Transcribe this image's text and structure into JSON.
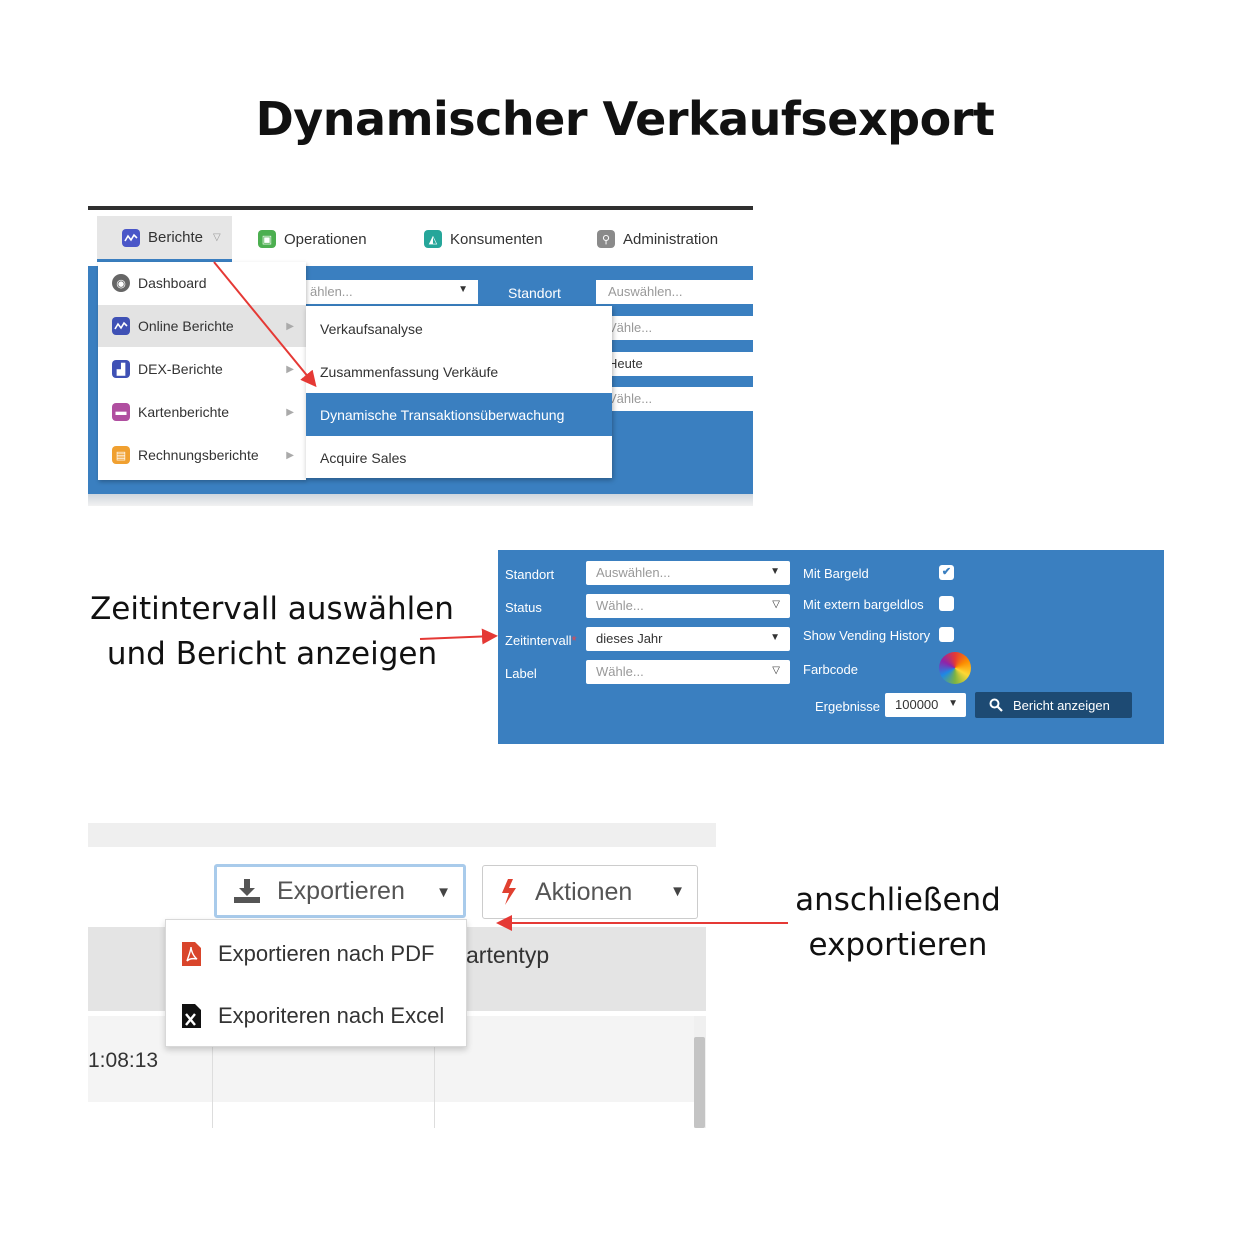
{
  "title": "Dynamischer Verkaufsexport",
  "menu_screen": {
    "nav": [
      {
        "label": "Berichte",
        "icon": "reports-icon",
        "color": "#4a56c8"
      },
      {
        "label": "Operationen",
        "icon": "operations-icon",
        "color": "#4caf50"
      },
      {
        "label": "Konsumenten",
        "icon": "consumers-icon",
        "color": "#26a69a"
      },
      {
        "label": "Administration",
        "icon": "administration-icon",
        "color": "#8a8a8a"
      }
    ],
    "background": {
      "field_left": "ählen...",
      "standort_label": "Standort",
      "field_right_1": "Auswählen...",
      "field_right_2": "Vähle...",
      "field_right_3": "Heute",
      "field_right_4": "Vähle..."
    },
    "submenu": [
      {
        "label": "Dashboard",
        "icon": "dashboard-icon",
        "color": "#666666"
      },
      {
        "label": "Online Berichte",
        "icon": "online-reports-icon",
        "color": "#3f51b5"
      },
      {
        "label": "DEX-Berichte",
        "icon": "dex-reports-icon",
        "color": "#3f51b5"
      },
      {
        "label": "Kartenberichte",
        "icon": "card-reports-icon",
        "color": "#b04fa0"
      },
      {
        "label": "Rechnungsberichte",
        "icon": "invoice-reports-icon",
        "color": "#f0a030"
      }
    ],
    "reports": [
      {
        "label": "Verkaufsanalyse"
      },
      {
        "label": "Zusammenfassung Verkäufe"
      },
      {
        "label": "Dynamische Transaktionsüberwachung"
      },
      {
        "label": "Acquire Sales"
      }
    ]
  },
  "filter_screen": {
    "labels": {
      "standort": "Standort",
      "status": "Status",
      "zeitintervall": "Zeitintervall",
      "label": "Label",
      "mit_bargeld": "Mit Bargeld",
      "mit_extern": "Mit extern bargeldlos",
      "vending_history": "Show Vending History",
      "farbcode": "Farbcode",
      "ergebnisse": "Ergebnisse"
    },
    "values": {
      "standort_placeholder": "Auswählen...",
      "status_placeholder": "Wähle...",
      "zeitintervall_value": "dieses Jahr",
      "label_placeholder": "Wähle...",
      "ergebnisse_value": "100000"
    },
    "checks": {
      "mit_bargeld": true,
      "mit_extern": false,
      "vending_history": false
    },
    "required_mark": "*",
    "checkmark": "✔",
    "show_button": "Bericht anzeigen",
    "accent": "#3a7fc0"
  },
  "export_screen": {
    "export_button": "Exportieren",
    "actions_button": "Aktionen",
    "menu": [
      {
        "label": "Exportieren nach PDF",
        "icon": "pdf-file-icon"
      },
      {
        "label": "Exporiteren nach Excel",
        "icon": "excel-file-icon"
      }
    ],
    "column_header": "artentyp",
    "cell_time": "1:08:13"
  },
  "annotations": {
    "left_line1": "Zeitintervall auswählen",
    "left_line2": "und Bericht anzeigen",
    "right_line1": "anschließend",
    "right_line2": "exportieren"
  },
  "arrow_color": "#e53935"
}
